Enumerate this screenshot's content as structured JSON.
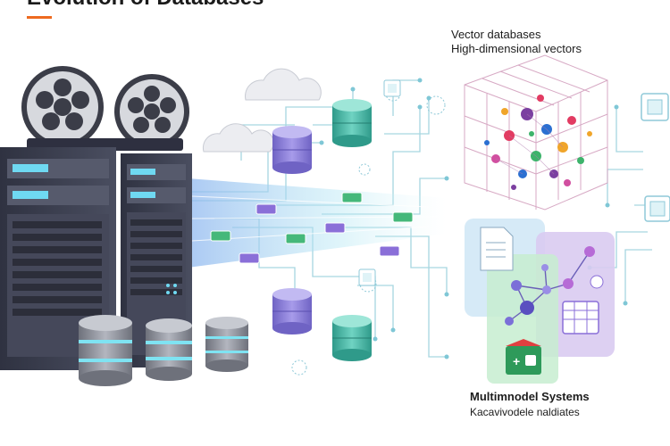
{
  "header": {
    "title": "Evolution of Databases",
    "accent_color": "#ee6a1f"
  },
  "vector_panel": {
    "title": "Vector databases",
    "subtitle": "High-dimensional vectors"
  },
  "multimodel_panel": {
    "title": "Multimnodel Systems",
    "subtitle": "Kacavivodele naldiates"
  },
  "colors": {
    "server_dark": "#3c3f4f",
    "server_panel": "#5a5e70",
    "cylinder_purple": "#8c82d6",
    "cylinder_teal": "#4fb9a8",
    "cylinder_gray": "#8a8d96",
    "cylinder_glow": "#7fe3f2",
    "circuit": "#9fd3de",
    "packet_purple": "#8a6fd8",
    "packet_green": "#45b87a",
    "panel_blue": "#cfe6f6",
    "panel_purple": "#c8b6ec",
    "panel_green": "#bfe8c6"
  },
  "icons": [
    "film-reel-icon",
    "server-rack-icon",
    "database-icon",
    "cloud-icon",
    "document-icon",
    "calendar-grid-icon",
    "graph-node-icon",
    "cube-icon",
    "chip-icon"
  ]
}
